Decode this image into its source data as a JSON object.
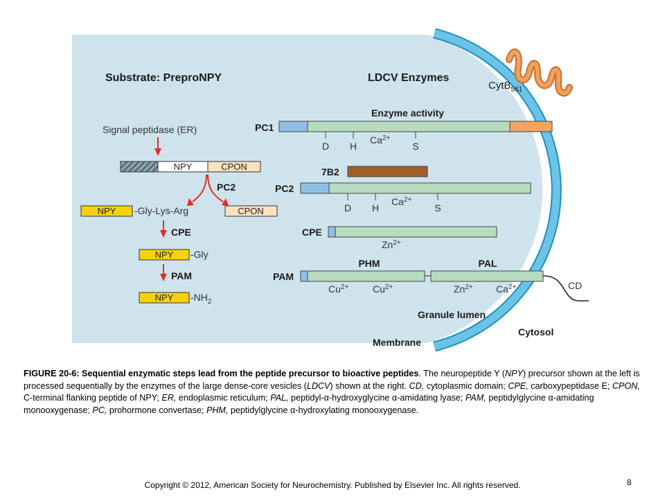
{
  "colors": {
    "panel": "#cfe3ec",
    "membrane": "#6cc3e6",
    "membrane_edge": "#1b8fc4",
    "blue_segment": "#8fbfe6",
    "green_segment": "#b8dcc0",
    "orange_segment": "#f3a55f",
    "brown_segment": "#a0602b",
    "npy_yellow": "#f5d20c",
    "cpon_tan": "#fbe2bc",
    "arrow_red": "#e32c26",
    "cytb561_coil": "#f1a15e"
  },
  "diagram": {
    "substrate_title": "Substrate: PreproNPY",
    "enzymes_title": "LDCV Enzymes",
    "cytb_label": "CytB",
    "cytb_sub": "561",
    "enzyme_activity_label": "Enzyme activity",
    "signal_peptidase": "Signal peptidase (ER)",
    "prepro": {
      "npy": "NPY",
      "cpon": "CPON"
    },
    "pc2_step": "PC2",
    "npy_gly_lys_arg": {
      "npy": "NPY",
      "suffix": "-Gly-Lys-Arg"
    },
    "cpon_fragment": "CPON",
    "cpe_step": "CPE",
    "npy_gly": {
      "npy": "NPY",
      "suffix": "-Gly"
    },
    "pam_step": "PAM",
    "npy_nh2": {
      "npy": "NPY",
      "suffix": "-NH",
      "sub": "2"
    },
    "enzymes": {
      "pc1": {
        "label": "PC1",
        "sites": [
          "D",
          "H",
          "Ca",
          "S"
        ],
        "ca_sup": "2+"
      },
      "b7b2": {
        "label": "7B2"
      },
      "pc2": {
        "label": "PC2",
        "sites": [
          "D",
          "H",
          "Ca",
          "S"
        ],
        "ca_sup": "2+"
      },
      "cpe": {
        "label": "CPE",
        "cofactor": "Zn",
        "cofactor_sup": "2+"
      },
      "pam": {
        "label": "PAM",
        "phm": "PHM",
        "pal": "PAL",
        "phm_cofactors": [
          "Cu",
          "Cu"
        ],
        "pal_cofactors": [
          "Zn",
          "Ca"
        ],
        "sup": "2+"
      }
    },
    "cd_label": "CD",
    "granule_lumen": "Granule lumen",
    "cytosol": "Cytosol",
    "membrane_label": "Membrane"
  },
  "caption": {
    "title": "FIGURE 20-6: Sequential enzymatic steps lead from the peptide precursor to bioactive peptides",
    "body": [
      {
        "t": ". The neuropeptide Y ("
      },
      {
        "t": "NPY",
        "i": true
      },
      {
        "t": ") precursor shown at the left is processed sequentially by the enzymes of the large dense-core vesicles ("
      },
      {
        "t": "LDCV",
        "i": true
      },
      {
        "t": ") shown at the right. "
      },
      {
        "t": "CD,",
        "i": true
      },
      {
        "t": " cytoplasmic domain; "
      },
      {
        "t": "CPE,",
        "i": true
      },
      {
        "t": " carboxypeptidase E; "
      },
      {
        "t": "CPON,",
        "i": true
      },
      {
        "t": " C-terminal flanking peptide of NPY; "
      },
      {
        "t": "ER,",
        "i": true
      },
      {
        "t": " endoplasmic reticulum; "
      },
      {
        "t": "PAL,",
        "i": true
      },
      {
        "t": " peptidyl-α-hydroxyglycine α-amidating lyase; "
      },
      {
        "t": "PAM,",
        "i": true
      },
      {
        "t": " peptidylglycine α-amidating monooxygenase; "
      },
      {
        "t": "PC,",
        "i": true
      },
      {
        "t": " prohormone convertase; "
      },
      {
        "t": "PHM,",
        "i": true
      },
      {
        "t": " peptidylglycine α-hydroxylating monooxygenase."
      }
    ]
  },
  "footer": {
    "copyright": "Copyright © 2012, American Society for Neurochemistry. Published by Elsevier Inc. All rights reserved.",
    "slide_number": "8"
  }
}
